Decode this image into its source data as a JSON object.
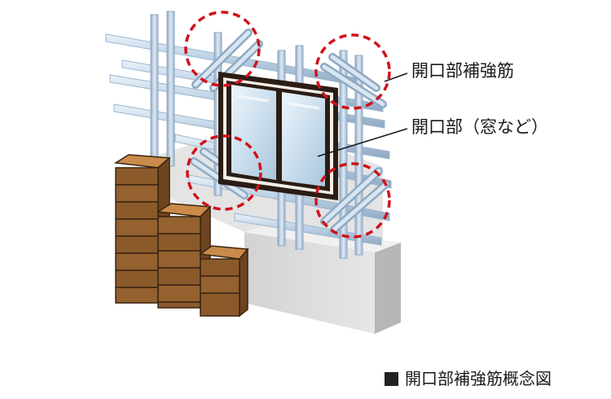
{
  "labels": {
    "reinforcement": "開口部補強筋",
    "opening": "開口部（窓など）"
  },
  "caption": {
    "text": "開口部補強筋概念図"
  },
  "colors": {
    "rebar": "#b9cfe3",
    "rebar_edge": "#8fa9c2",
    "highlight_circle": "#d0121b",
    "brick": "#8b5a2b",
    "brick_top": "#b47a3e",
    "concrete": "#dcdcdc",
    "window_frame": "#2b1d14",
    "glass": "#bcd6ea"
  }
}
